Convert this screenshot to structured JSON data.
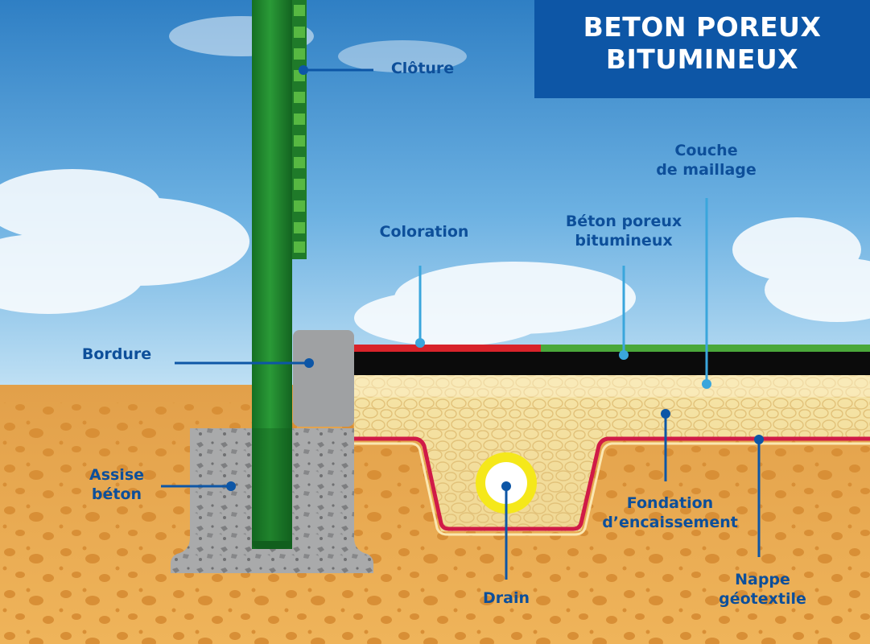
{
  "title": {
    "line1": "BETON POREUX",
    "line2": "BITUMINEUX"
  },
  "labels": {
    "cloture": "Clôture",
    "couche_line1": "Couche",
    "couche_line2": "de maillage",
    "coloration": "Coloration",
    "beton_line1": "Béton poreux",
    "beton_line2": "bitumineux",
    "bordure": "Bordure",
    "assise_line1": "Assise",
    "assise_line2": "béton",
    "fondation_line1": "Fondation",
    "fondation_line2": "d’encaissement",
    "drain": "Drain",
    "nappe_line1": "Nappe",
    "nappe_line2": "géotextile"
  },
  "colors": {
    "title_bg": "#0d56a6",
    "label_text": "#0d4f9a",
    "leader_dark": "#0d56a6",
    "leader_light": "#3aa6dc",
    "fence_green": "#1f8a2e",
    "coloration_red": "#d8232a",
    "surface_green": "#4aa83a",
    "asphalt_black": "#0b0b0b",
    "gravel_yellow": "#f2dfa0",
    "soil_orange": "#e9a848",
    "concrete_gray": "#a9aaab",
    "geotextile_red": "#d01a47",
    "drain_yellow": "#f5e81a"
  }
}
